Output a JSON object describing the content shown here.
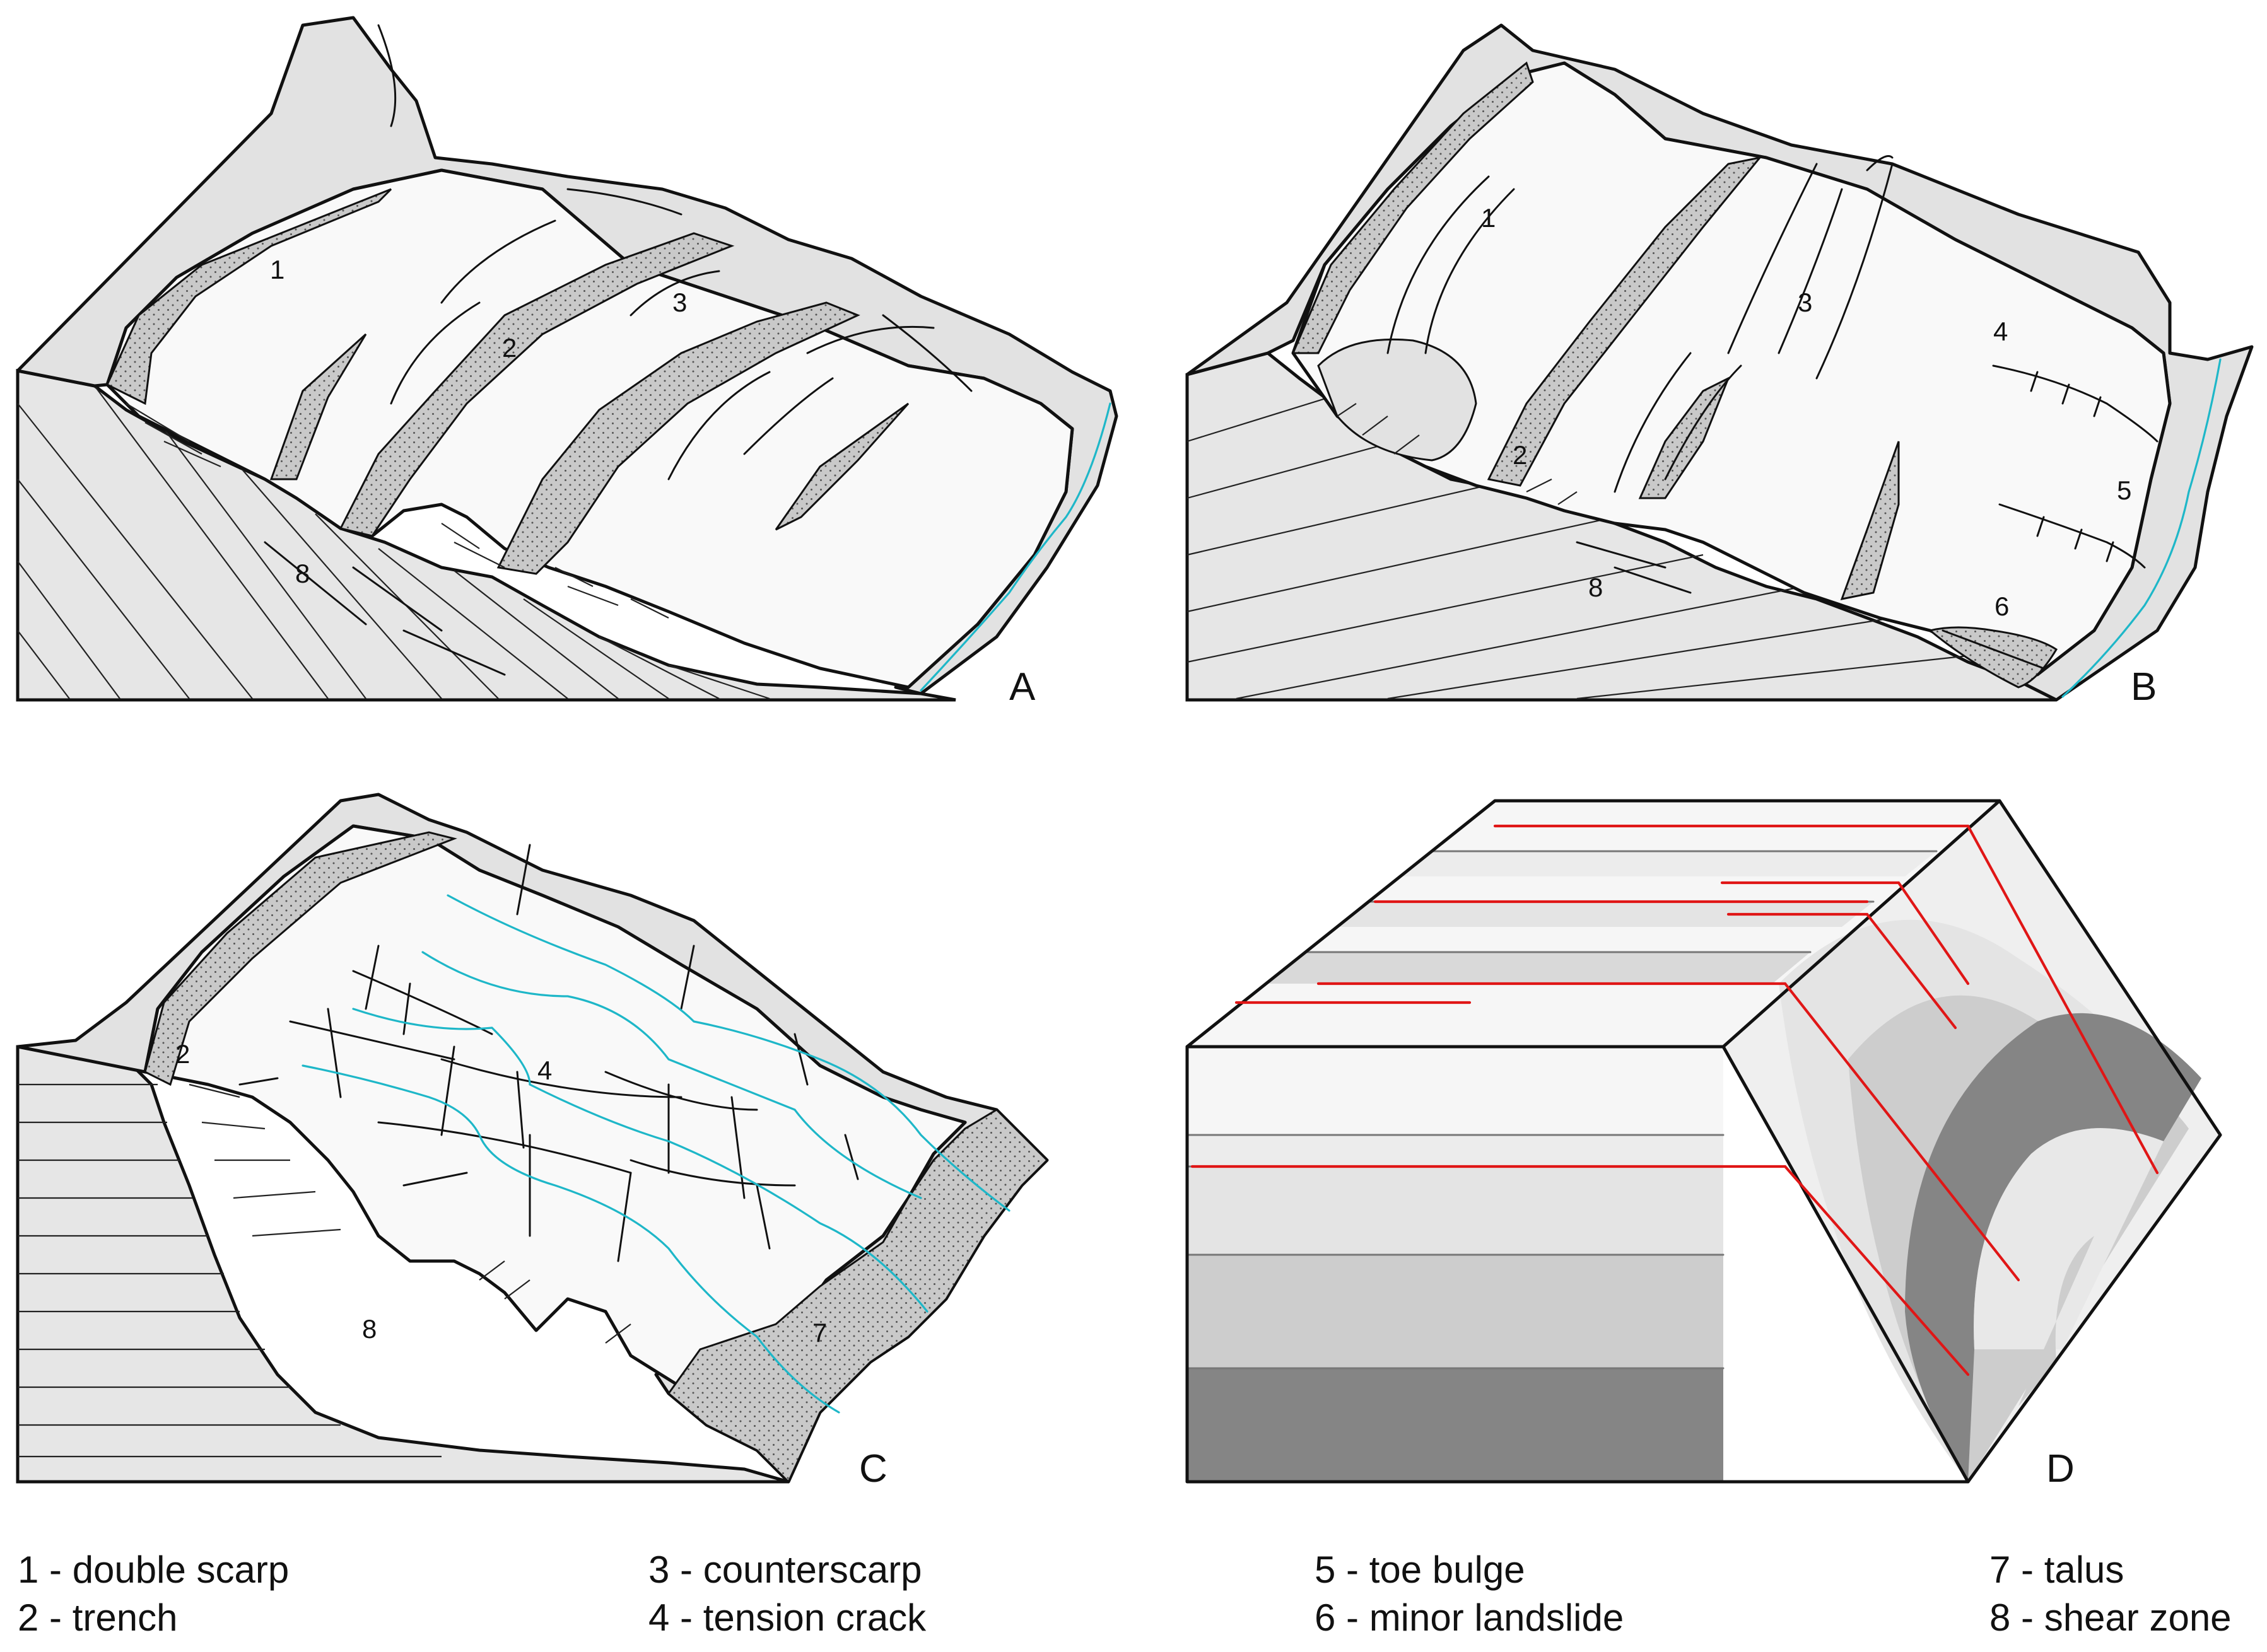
{
  "panels": {
    "A": {
      "letter": "A",
      "labels": [
        "1",
        "2",
        "3",
        "8"
      ]
    },
    "B": {
      "letter": "B",
      "labels": [
        "1",
        "2",
        "3",
        "4",
        "5",
        "6",
        "8"
      ]
    },
    "C": {
      "letter": "C",
      "labels": [
        "2",
        "4",
        "7",
        "8"
      ]
    },
    "D": {
      "letter": "D"
    }
  },
  "legend": [
    "1 - double scarp",
    "2 - trench",
    "3 - counterscarp",
    "4 - tension crack",
    "5 - toe bulge",
    "6 - minor landslide",
    "7 - talus",
    "8 - shear zone"
  ],
  "colors": {
    "slope_surface": "#f9f9f9",
    "scarp_face": "#e2e2e2",
    "bedrock_section": "#e6e6e6",
    "trench_fill": "#c9c9c9",
    "layer_mid": "#cdcdcd",
    "layer_dark": "#858585",
    "drainage": "#1eb7c8",
    "shear_plane": "#e01616"
  }
}
